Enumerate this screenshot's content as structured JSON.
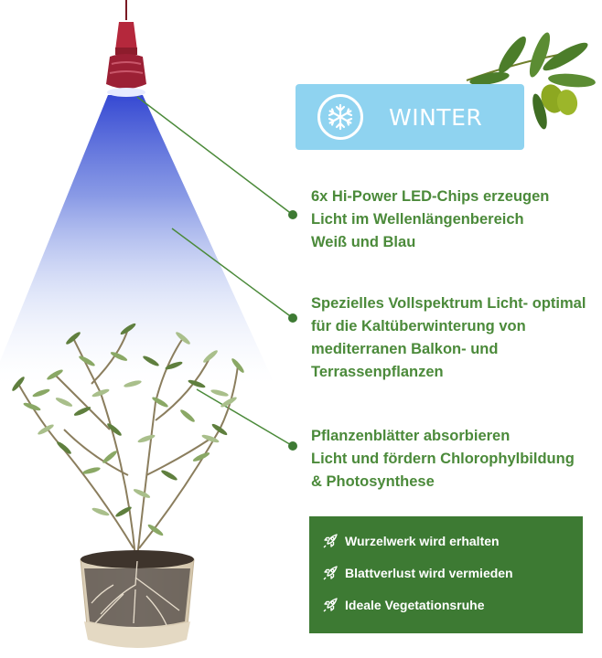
{
  "badge": {
    "label": "WINTER",
    "icon": "snowflake-icon"
  },
  "callouts": [
    {
      "lines": [
        "6x Hi-Power LED-Chips erzeugen",
        "Licht im Wellenlängenbereich",
        "Weiß und Blau"
      ]
    },
    {
      "lines": [
        "Spezielles Vollspektrum Licht- optimal",
        "für die Kaltüberwinterung von",
        "mediterranen Balkon- und",
        "Terrassenpflanzen"
      ]
    },
    {
      "lines": [
        "Pflanzenblätter absorbieren",
        "Licht und fördern Chlorophylbildung",
        "& Photosynthese"
      ]
    }
  ],
  "benefits": [
    {
      "label": "Wurzelwerk wird erhalten",
      "icon": "rocket-icon"
    },
    {
      "label": "Blattverlust wird vermieden",
      "icon": "rocket-icon"
    },
    {
      "label": "Ideale Vegetationsruhe",
      "icon": "rocket-icon"
    }
  ],
  "colors": {
    "accent_green": "#4b8a3a",
    "box_green": "#3d7a33",
    "badge_blue": "#8fd3f0",
    "lamp_red": "#b5283c",
    "light_blue": "#2b3fd0"
  }
}
